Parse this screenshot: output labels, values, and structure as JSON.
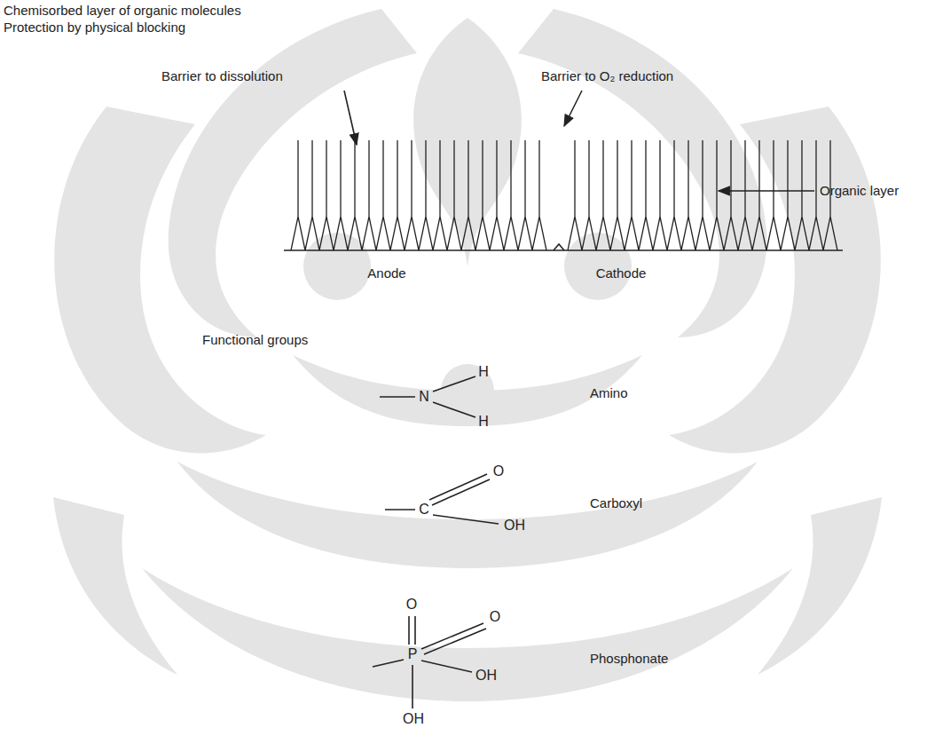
{
  "diagram": {
    "labels": [
      "Chemisorbed layer of organic molecules",
      "Protection by physical blocking",
      "Barrier to dissolution",
      "Barrier to O₂ reduction",
      "Organic layer",
      "Anode",
      "Cathode",
      "Functional groups",
      "N",
      "H",
      "H",
      "Amino",
      "C",
      "O",
      "OH",
      "Carboxyl",
      "O",
      "P",
      "O",
      "OH",
      "OH",
      "Phosphonate"
    ]
  }
}
